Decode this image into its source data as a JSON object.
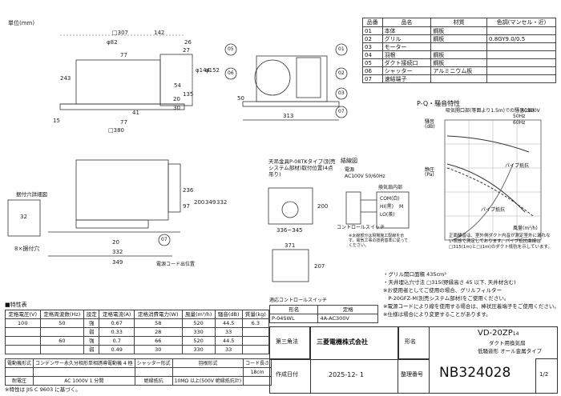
{
  "unit_label": "単位(mm)",
  "dims_front": [
    "□307",
    "142",
    "φ82",
    "26",
    "27",
    "77",
    "243",
    "φ144",
    "φ152",
    "54",
    "135",
    "41",
    "77",
    "15",
    "20",
    "30",
    "□380"
  ],
  "dims_side": [
    "313",
    "50"
  ],
  "part_callouts": [
    "05",
    "06",
    "01",
    "02",
    "03",
    "07"
  ],
  "parts_table": {
    "headers": [
      "品番",
      "品名",
      "材質",
      "色調(マンセル・近)"
    ],
    "rows": [
      [
        "01",
        "本体",
        "鋼板",
        ""
      ],
      [
        "02",
        "グリル",
        "鋼板",
        "0.8GY9.0/0.5"
      ],
      [
        "03",
        "モーター",
        "",
        ""
      ],
      [
        "04",
        "羽根",
        "鋼板",
        ""
      ],
      [
        "05",
        "ダクト接続口",
        "鋼板",
        ""
      ],
      [
        "06",
        "シャッター",
        "アルミニウム板",
        ""
      ],
      [
        "07",
        "速結端子",
        "",
        ""
      ]
    ]
  },
  "pq_title": "P-Q・騒音特性",
  "pq_note_top": "吸気開口部(等面より1.5m)での騒音(dB)",
  "pq_voltage": "AC100V",
  "pq_legend": [
    "50Hz",
    "60Hz"
  ],
  "pq_ylabel_noise": "騒音(dB)",
  "pq_ylabel_pressure": "静圧(Pa)",
  "pq_xlabel": "風量(m³/h)",
  "pq_curve_labels": [
    "パイプ抵抗",
    "パイプ抵抗"
  ],
  "pq_note_bottom": "正面騒音は、室外側ダクト内音が測定室外に漏れない状態で測定しております。パイプ抵抗曲線は□315(1m)と□(1m)のダクト抵抗を示しています。",
  "hanger_title": "天吊金具P-08TKタイプ(別売システム部材)取付位置(4点吊り)",
  "wiring_title": "結線図",
  "wiring_labels": [
    "電源",
    "AC100V 50/60Hz",
    "コントロールスイッチ",
    "換気扇内部",
    "COM(白)",
    "HI(黒)",
    "LO(茶)",
    "M"
  ],
  "wiring_note": "※太線部分は現場施工配線を示す。電気工事の技術基準に従ってください。",
  "ceiling_hole_title": "据付穴詳細図",
  "dims_bottom": [
    "236",
    "97",
    "200",
    "349",
    "332",
    "20",
    "332",
    "349",
    "8×据付穴",
    "32"
  ],
  "dims_mid": [
    "336~345",
    "200",
    "371",
    "207"
  ],
  "power_cord_label": "電源コード出位置",
  "callout_07": "07",
  "switch_table": {
    "title": "適応コントロールスイッチ",
    "headers": [
      "形名",
      "定格"
    ],
    "rows": [
      [
        "P-04SWL",
        "4A-AC300V"
      ]
    ]
  },
  "notes": [
    "・グリル開口面積 435cm²",
    "・天井埋込穴寸法 □315(野縁高さ 45 以下, 天井材含む)",
    "※お使用者としてご使用の場合、グリルフィルター",
    "　P-20GFZ-M(別売システム部材)をご使用ください。",
    "※電源コードにより線を使用する場合は、棒状圧着端子をご使用ください。",
    "※仕様は場合により変更することがあります。"
  ],
  "spec_title": "■特性表",
  "spec_headers": [
    "定格電圧(V)",
    "定格周波数(Hz)",
    "設定",
    "定格電流(A)",
    "定格消費電力(W)",
    "風量(m³/h)",
    "騒音(dB)",
    "質量(kg)"
  ],
  "spec_rows": [
    [
      "100",
      "50",
      "強",
      "0.67",
      "58",
      "520",
      "44.5",
      "6.3"
    ],
    [
      "",
      "",
      "弱",
      "0.33",
      "28",
      "330",
      "33",
      ""
    ],
    [
      "",
      "60",
      "強",
      "0.7",
      "66",
      "520",
      "44.5",
      ""
    ],
    [
      "",
      "",
      "弱",
      "0.49",
      "30",
      "330",
      "33",
      ""
    ]
  ],
  "spec_extra": [
    [
      "電動機形式",
      "コンデンサー永久分相形単相誘導電動機 4 極",
      "シャッター形式",
      "羽根形式",
      "コード長さ"
    ],
    [
      "",
      "",
      "",
      "",
      "18cm"
    ],
    [
      "耐電圧",
      "AC 1000V 1 分間",
      "絶縁抵抗",
      "10MΩ 以上(500V 絶縁抵抗計)",
      ""
    ]
  ],
  "spec_note": "※特性は JIS C 9603 に基づく。",
  "title_block": {
    "angle_label": "第三角法",
    "company": "三菱電機株式会社",
    "name_label": "形名",
    "model": "VD-20ZP",
    "model_suffix": "14",
    "desc1": "ダクト用換気扇",
    "desc2": "低騒音形 オール金属タイプ",
    "date_label": "作成日付",
    "date": "2025-12- 1",
    "doc_label": "整理番号",
    "doc_no": "NB324028",
    "page": "1/2"
  }
}
